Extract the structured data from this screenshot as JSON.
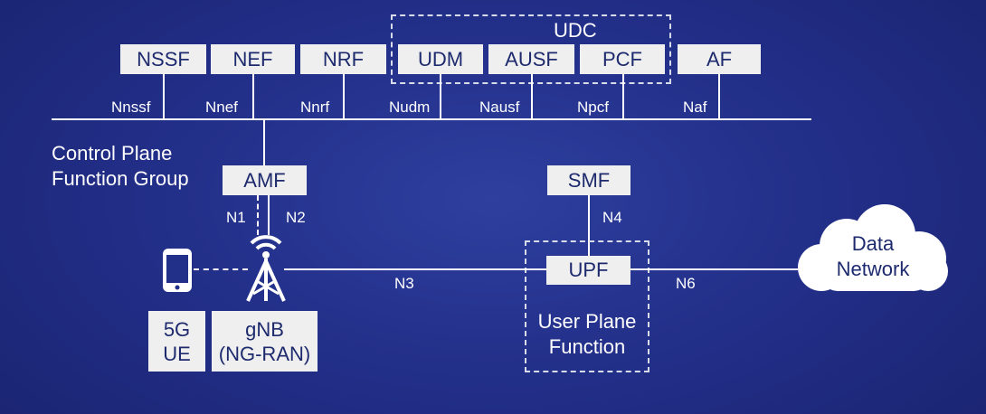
{
  "diagram": {
    "udc_label": "UDC",
    "nf": {
      "nssf": "NSSF",
      "nef": "NEF",
      "nrf": "NRF",
      "udm": "UDM",
      "ausf": "AUSF",
      "pcf": "PCF",
      "af": "AF",
      "amf": "AMF",
      "smf": "SMF",
      "upf": "UPF"
    },
    "interfaces": {
      "nnssf": "Nnssf",
      "nnef": "Nnef",
      "nnrf": "Nnrf",
      "nudm": "Nudm",
      "nausf": "Nausf",
      "npcf": "Npcf",
      "naf": "Naf",
      "n1": "N1",
      "n2": "N2",
      "n3": "N3",
      "n4": "N4",
      "n6": "N6"
    },
    "control_plane": {
      "line1": "Control Plane",
      "line2": "Function Group"
    },
    "user_plane": {
      "line1": "User Plane",
      "line2": "Function"
    },
    "ue": {
      "line1": "5G",
      "line2": "UE"
    },
    "gnb": {
      "line1": "gNB",
      "line2": "(NG-RAN)"
    },
    "data_network": {
      "line1": "Data",
      "line2": "Network"
    },
    "icons": [
      "smartphone-icon",
      "cell-tower-icon",
      "cloud-icon"
    ],
    "colors": {
      "box_fill": "#efefef",
      "box_text": "#1e2a6e",
      "background": "#23308a",
      "line": "#ffffff"
    }
  }
}
